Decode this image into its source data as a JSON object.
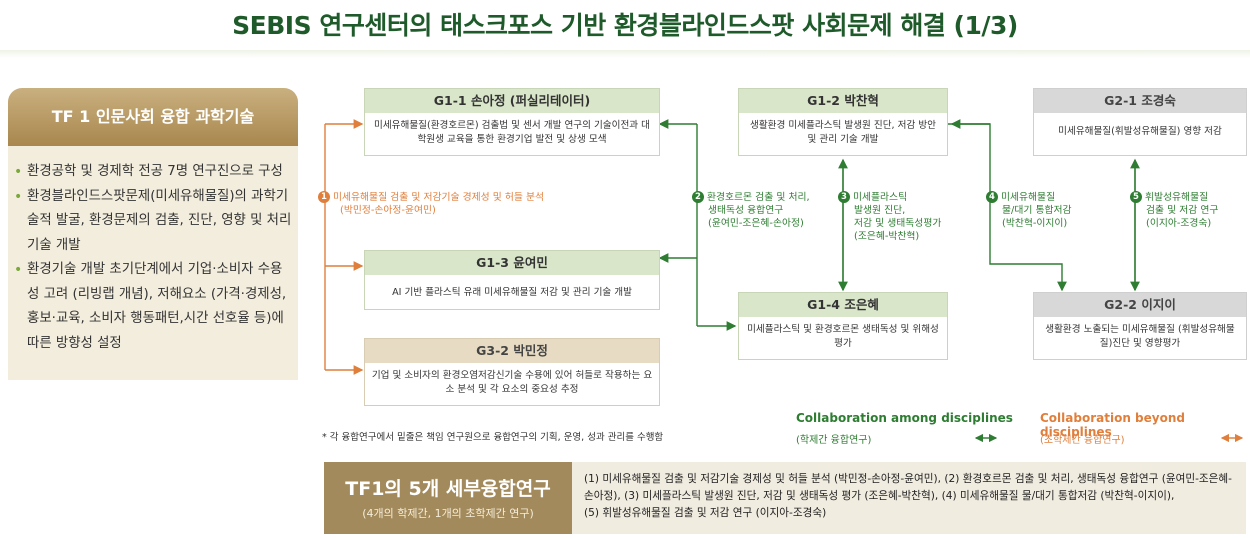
{
  "title": "SEBIS 연구센터의 태스크포스 기반  환경블라인드스팟 사회문제 해결 (1/3)",
  "tf_panel": {
    "title": "TF 1 인문사회 융합 과학기술",
    "bullets": [
      "환경공학 및 경제학 전공 7명 연구진으로  구성",
      "환경블라인드스팟문제(미세유해물질)의 과학기술적 발굴, 환경문제의 검출, 진단, 영향 및 처리 기술 개발",
      "환경기술 개발 초기단계에서 기업·소비자 수용성 고려 (리빙랩 개념), 저해요소 (가격·경제성, 홍보·교육, 소비자 행동패턴,시간 선호율 등)에 따른 방향성 설정"
    ]
  },
  "boxes": {
    "g11": {
      "title": "G1-1 손아정 (퍼실리테이터)",
      "desc": "미세유해물질(환경호르몬) 검출법 및 센서 개발 연구의 기술이전과 대학원생 교육을 통한 환경기업 발전 및 상생 모색"
    },
    "g12": {
      "title": "G1-2 박찬혁",
      "desc": "생활환경 미세플라스틱 발생원 진단, 저감 방안 및 관리 기술 개발"
    },
    "g21": {
      "title": "G2-1 조경숙",
      "desc": "미세유해물질(휘발성유해물질) 영향 저감"
    },
    "g13": {
      "title": "G1-3 윤여민",
      "desc": "AI 기반 플라스틱 유래 미세유해물질 저감 및 관리 기술 개발"
    },
    "g14": {
      "title": "G1-4 조은혜",
      "desc": "미세플라스틱 및 환경호르몬 생태독성 및 위해성 평가"
    },
    "g22": {
      "title": "G2-2 이지이",
      "desc": "생활환경 노출되는 미세유해물질 (휘발성유해물질)진단 및 영향평가"
    },
    "g32": {
      "title": "G3-2 박민정",
      "desc": "기업 및 소비자의 환경오염저감신기술 수용에 있어 허들로 작용하는 요소 분석 및 각 요소의 중요성 추정"
    }
  },
  "links": {
    "l1": {
      "num": "1",
      "text": "미세유해물질 검출 및 저감기술 경제성 및 허들 분석",
      "members": "(박민정-손아정-윤여민)"
    },
    "l2": {
      "num": "2",
      "line1": "환경호르몬 검출 및 처리,",
      "line2": "생태독성 융합연구",
      "members": "(윤여민-조은혜-손아정)"
    },
    "l3": {
      "num": "3",
      "line1": "미세플라스틱",
      "line2": "발생원 진단,",
      "line3": "저감 및 생태독성평가",
      "members": "(조은혜-박찬혁)"
    },
    "l4": {
      "num": "4",
      "line1": "미세유해물질",
      "line2": "물/대기 통합저감",
      "members": "(박찬혁-이지이)"
    },
    "l5": {
      "num": "5",
      "line1": "휘발성유해물질",
      "line2": "검출 및 저감 연구",
      "members": "(이지아-조경숙)"
    }
  },
  "note": "* 각 융합연구에서 밑줄은 책임 연구원으로 융합연구의 기획, 운영, 성과 관리를 수행함",
  "legend": {
    "among": "Collaboration among disciplines",
    "among_sub": "(학제간 융합연구)",
    "beyond": "Collaboration beyond disciplines",
    "beyond_sub": "(초학제간 융합연구)"
  },
  "bottom": {
    "title": "TF1의 5개 세부융합연구",
    "subtitle": "(4개의 학제간, 1개의 초학제간 연구)",
    "line1": "(1) 미세유해물질 검출 및 저감기술 경제성 및 허들 분석 (박민정-손아정-윤여민), (2) 환경호르몬 검출 및 처리, 생태독성 융합연구 (윤여민-조은혜-",
    "line2": "손아정), (3) 미세플라스틱 발생원 진단, 저감 및 생태독성 평가 (조은혜-박찬혁), (4) 미세유해물질 물/대기 통합저감 (박찬혁-이지이),",
    "line3": "(5) 휘발성유해물질 검출 및 저감 연구 (이지아-조경숙)"
  },
  "colors": {
    "green": "#2e7d32",
    "orange": "#e07f3c",
    "title_green": "#1f5a2a",
    "tan": "#a38a5c"
  }
}
